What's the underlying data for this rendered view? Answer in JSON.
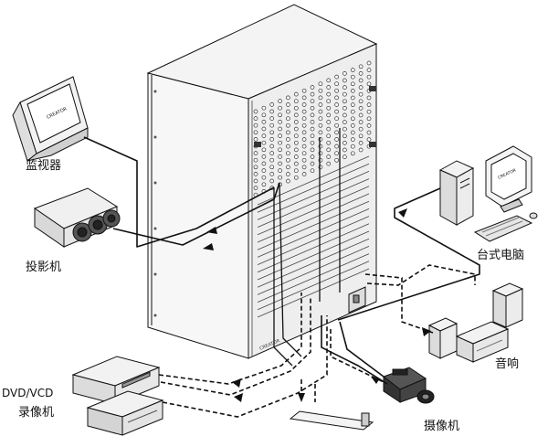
{
  "labels": {
    "monitor": "监视器",
    "projector": "投影机",
    "pc": "台式电脑",
    "audio": "音响",
    "camera": "摄像机",
    "dvd": "DVD/VCD",
    "recorder": "录像机"
  },
  "brand": {
    "monitor_logo": "CREATOR",
    "pc_logo": "CREATOR",
    "chassis_logo": "CREATOR"
  },
  "colors": {
    "line": "#111111",
    "panel": "#eeeeee",
    "panel_dark": "#cfcfcf"
  }
}
